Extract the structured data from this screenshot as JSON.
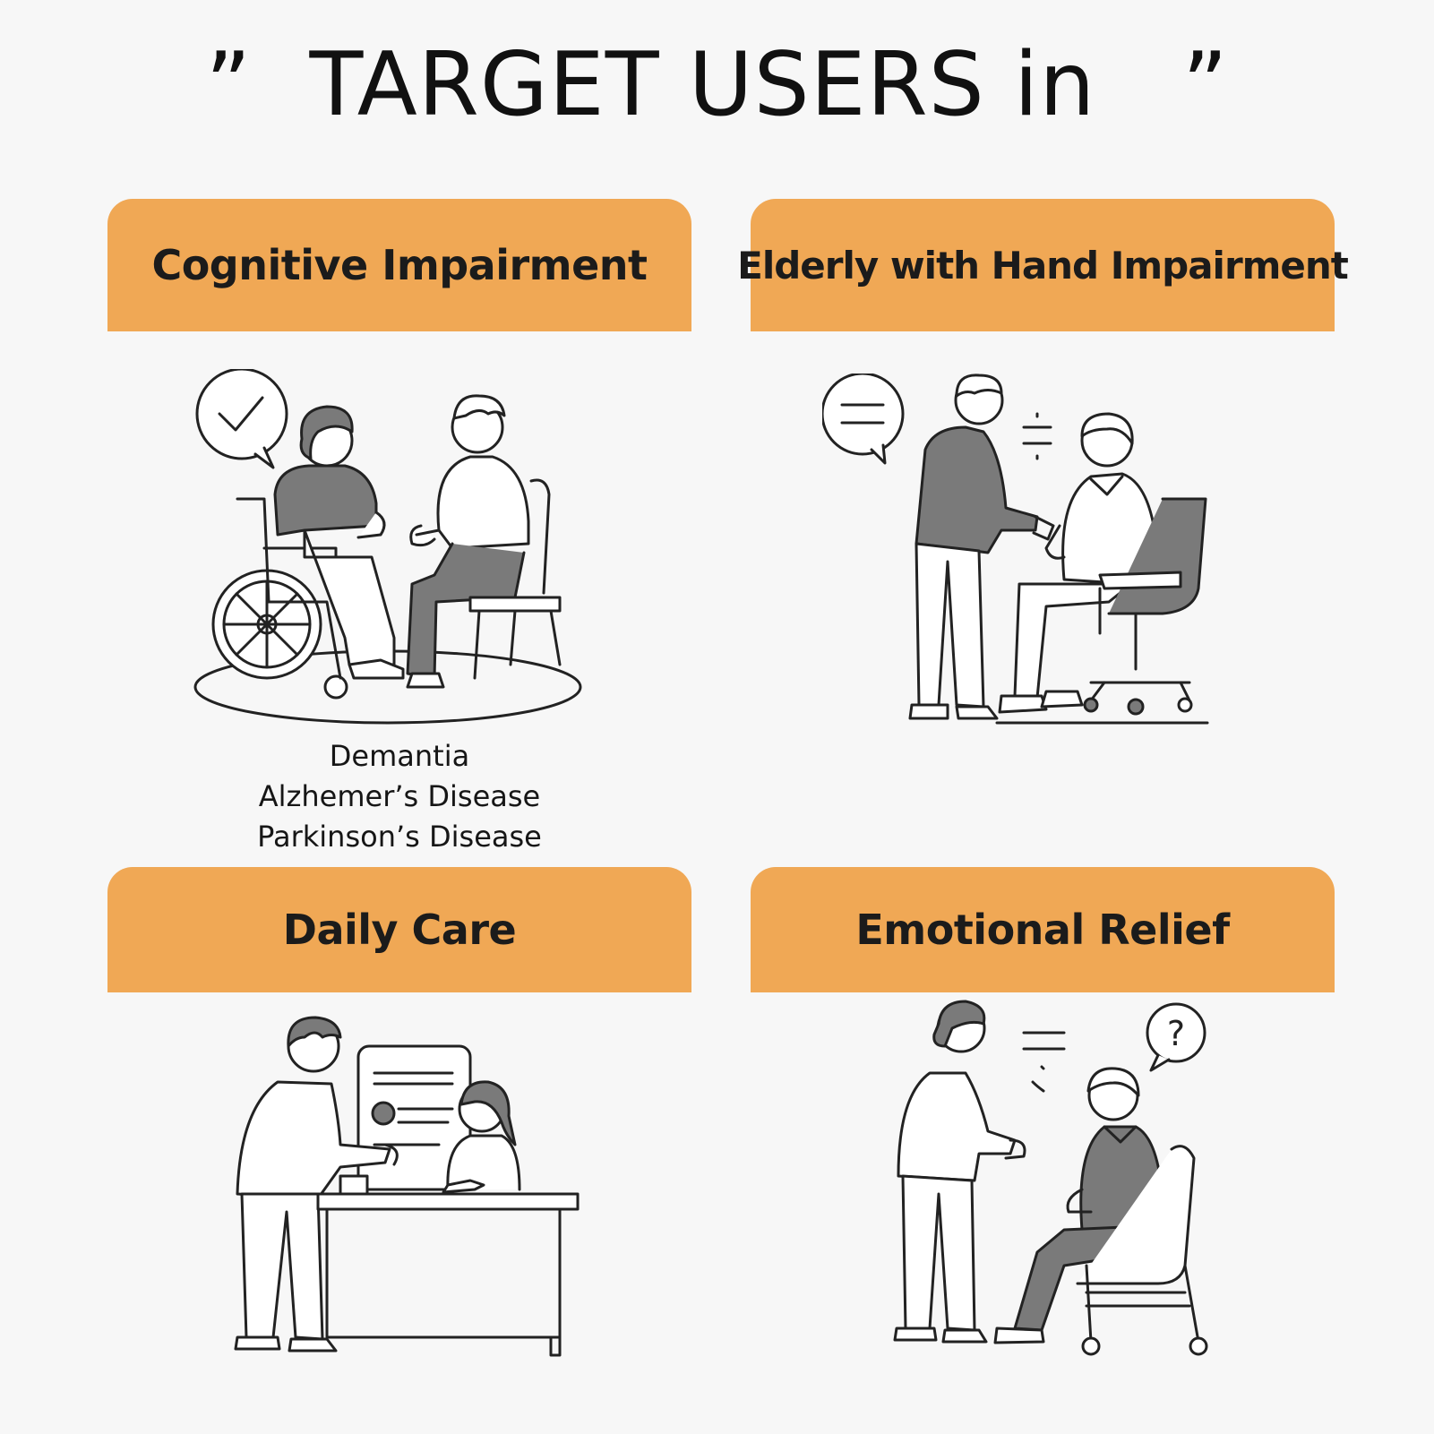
{
  "title": "”  TARGET USERS in   ”",
  "panels": [
    {
      "heading": "Cognitive Impairment",
      "conditions": [
        "Demantia",
        "Alzhemer’s Disease",
        "Parkinson’s Disease"
      ],
      "bubble_icon": "checkmark-icon"
    },
    {
      "heading": "Elderly with Hand Impairment",
      "bubble_icon": "equals-icon"
    },
    {
      "heading": "Daily Care"
    },
    {
      "heading": "Emotional Relief",
      "bubble_icon": "question-mark-icon",
      "bubble_text": "?"
    }
  ],
  "colors": {
    "banner": "#f0a855",
    "background": "#f7f7f7",
    "figure_fill": "#7a7a7a",
    "stroke": "#222222"
  }
}
